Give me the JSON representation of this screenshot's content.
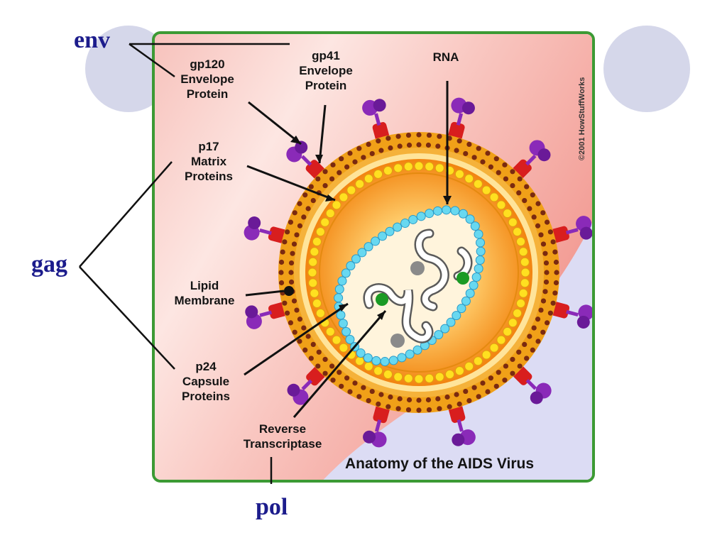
{
  "groups": {
    "env": "env",
    "gag": "gag",
    "pol": "pol"
  },
  "labels": {
    "gp120": [
      "gp120",
      "Envelope",
      "Protein"
    ],
    "gp41": [
      "gp41",
      "Envelope",
      "Protein"
    ],
    "rna": "RNA",
    "p17": [
      "p17",
      "Matrix",
      "Proteins"
    ],
    "lipid": [
      "Lipid",
      "Membrane"
    ],
    "p24": [
      "p24",
      "Capsule",
      "Proteins"
    ],
    "rt": [
      "Reverse",
      "Transcriptase"
    ]
  },
  "caption": "Anatomy of the AIDS Virus",
  "copyright": "©2001 HowStuffWorks",
  "colors": {
    "group_label": "#1c1c8c",
    "panel_border": "#3c9a34",
    "background_pink": "#f4a8a2",
    "background_lavender": "#dcdcf4",
    "spike": "#d81e1e",
    "knob": "#8a2ab8",
    "outer_shell": "#f0a018",
    "lipid_dots": "#7a2a10",
    "matrix_dots": "#ffe020",
    "capsid_dots": "#68d8f0",
    "core": "#fff4dc"
  }
}
